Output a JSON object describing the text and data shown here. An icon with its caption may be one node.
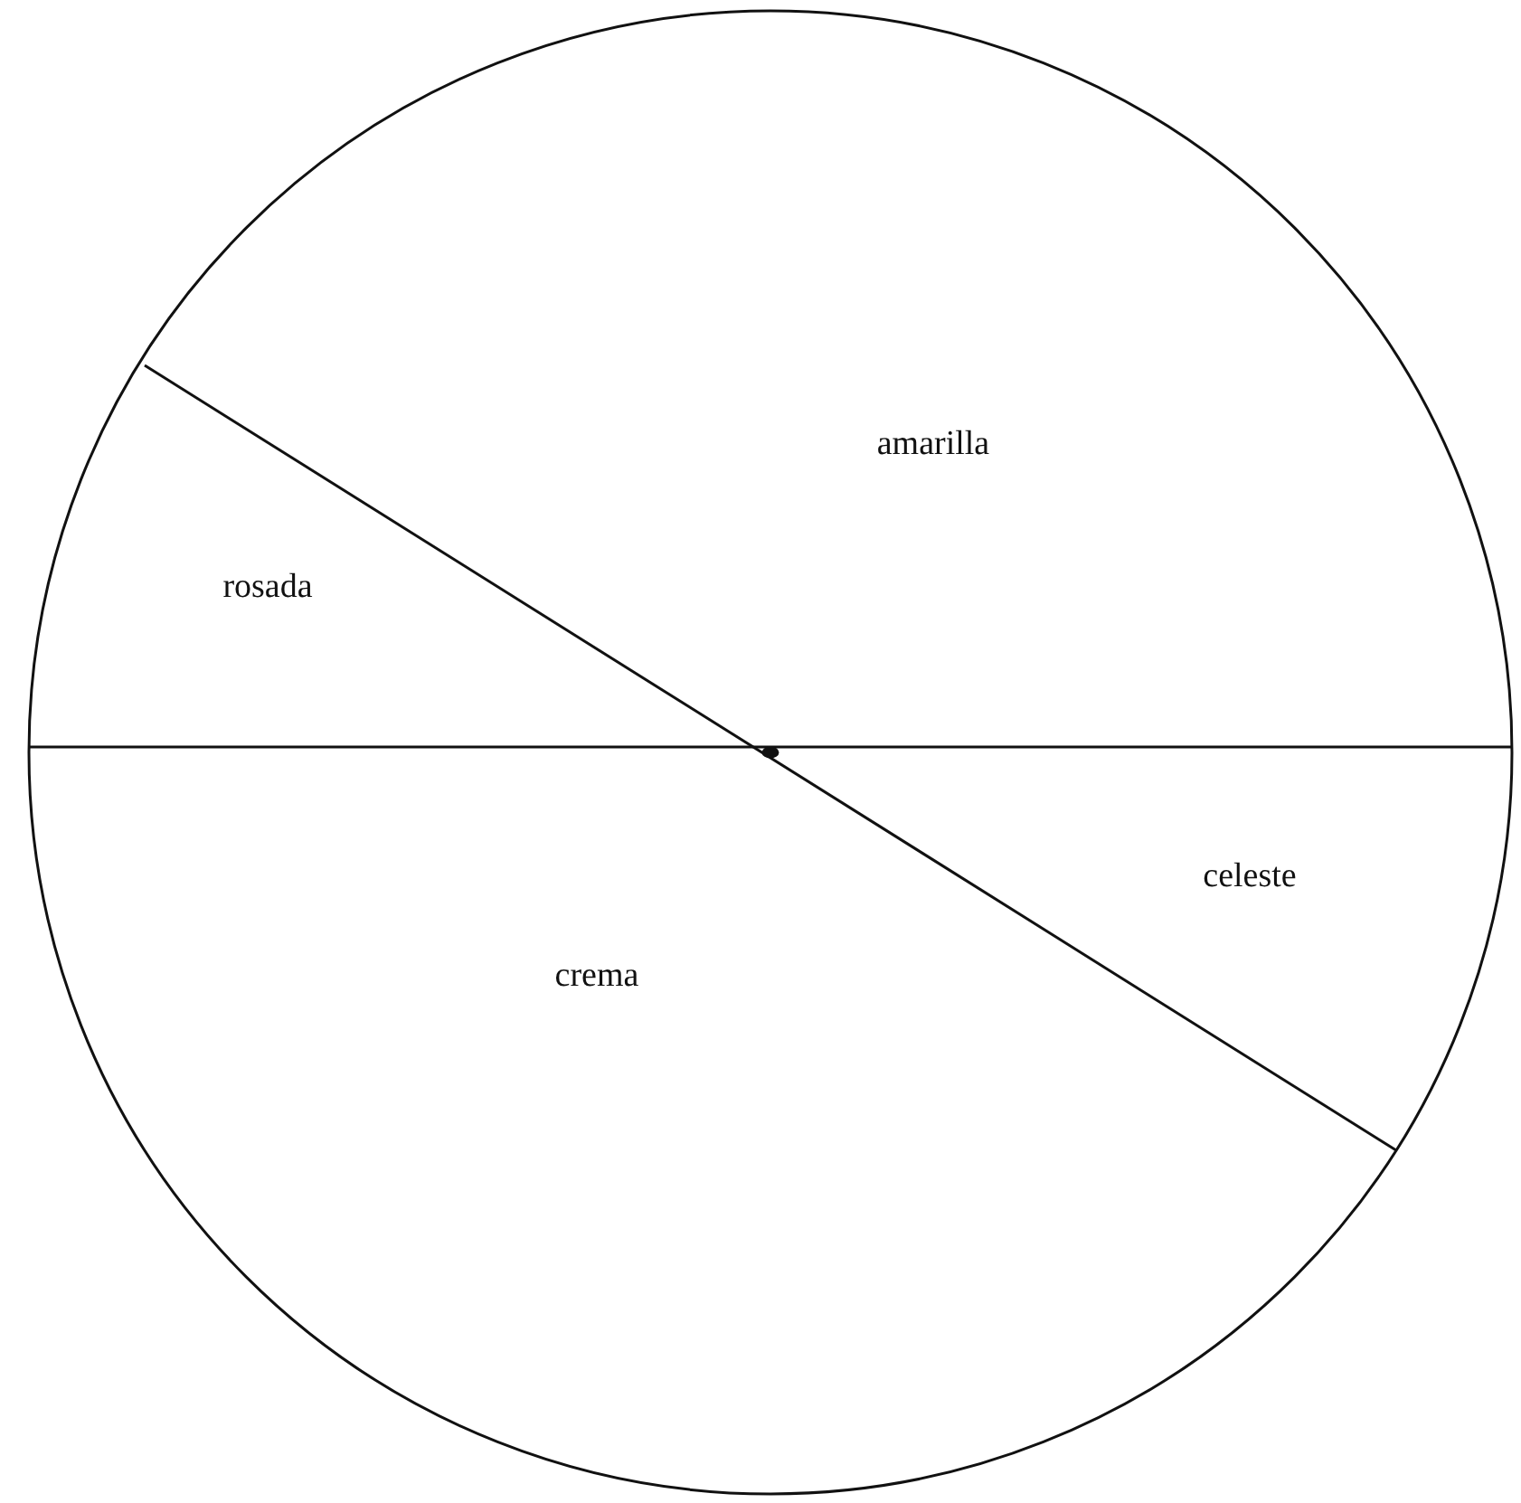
{
  "diagram": {
    "nodes": [
      {
        "text": [
          "amarilla"
        ]
      },
      {
        "text": [
          "rosada"
        ]
      },
      {
        "text": [
          "celeste"
        ]
      },
      {
        "text": [
          "crema"
        ]
      }
    ]
  }
}
